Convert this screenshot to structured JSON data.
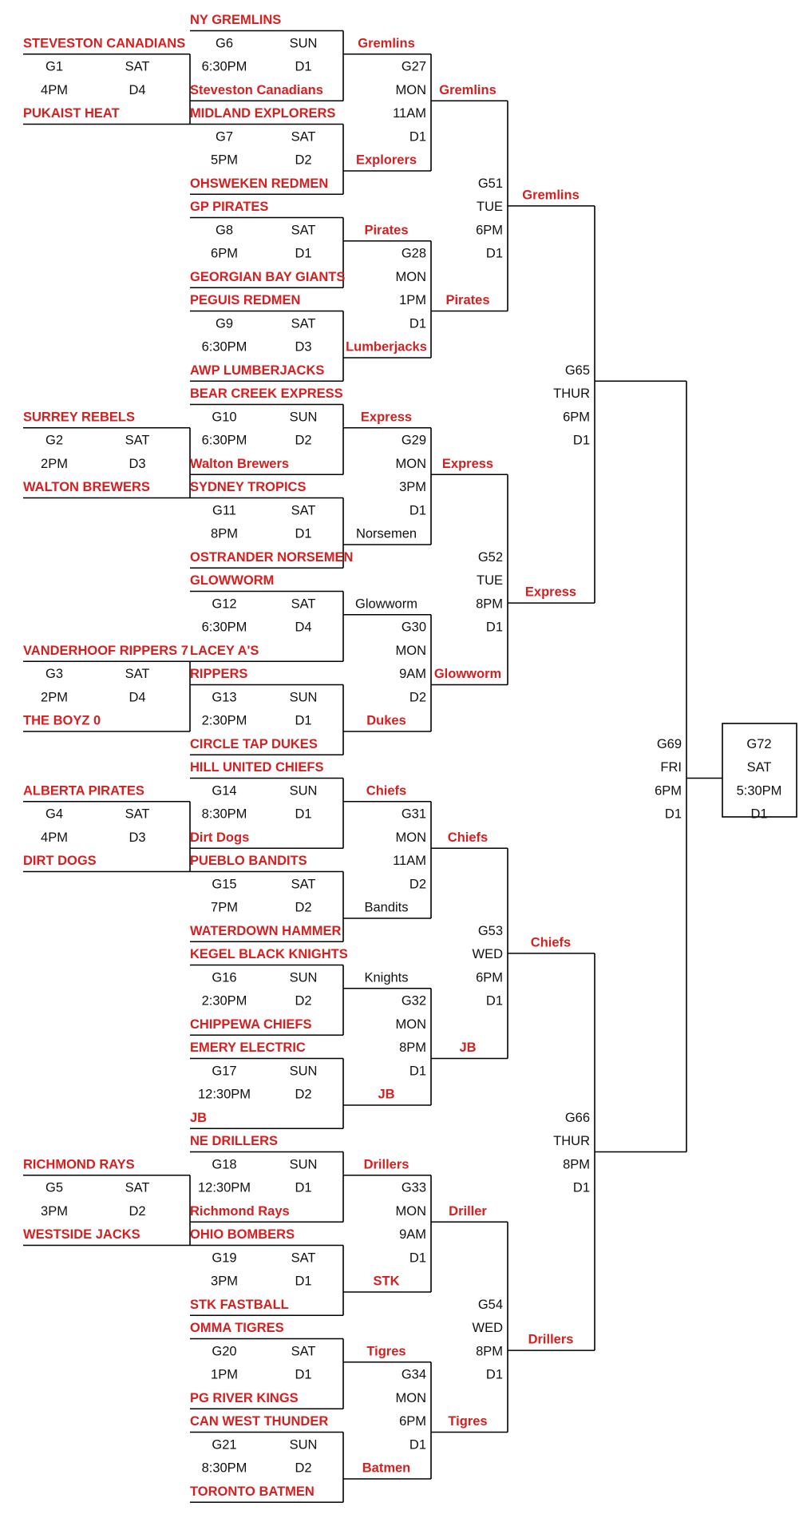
{
  "colors": {
    "team": "#d42020",
    "info": "#111111",
    "line": "#000000"
  },
  "play_in": [
    {
      "top_team": "STEVESTON CANADIANS",
      "game": "G1",
      "day": "SAT",
      "time": "4PM",
      "diamond": "D4",
      "bottom_team": "PUKAIST HEAT"
    },
    {
      "top_team": "SURREY REBELS",
      "game": "G2",
      "day": "SAT",
      "time": "2PM",
      "diamond": "D3",
      "bottom_team": "WALTON BREWERS"
    },
    {
      "top_team": "VANDERHOOF RIPPERS 7",
      "game": "G3",
      "day": "SAT",
      "time": "2PM",
      "diamond": "D4",
      "bottom_team": "THE BOYZ 0"
    },
    {
      "top_team": "ALBERTA PIRATES",
      "game": "G4",
      "day": "SAT",
      "time": "4PM",
      "diamond": "D3",
      "bottom_team": "DIRT DOGS"
    },
    {
      "top_team": "RICHMOND RAYS",
      "game": "G5",
      "day": "SAT",
      "time": "3PM",
      "diamond": "D2",
      "bottom_team": "WESTSIDE JACKS"
    }
  ],
  "round1": [
    {
      "top_team": "NY GREMLINS",
      "game": "G6",
      "day": "SUN",
      "time": "6:30PM",
      "diamond": "D1",
      "bottom_team": "Steveston Canadians",
      "winner": "Gremlins"
    },
    {
      "top_team": "MIDLAND EXPLORERS",
      "game": "G7",
      "day": "SAT",
      "time": "5PM",
      "diamond": "D2",
      "bottom_team": "OHSWEKEN REDMEN",
      "winner": "Explorers"
    },
    {
      "top_team": "GP PIRATES",
      "game": "G8",
      "day": "SAT",
      "time": "6PM",
      "diamond": "D1",
      "bottom_team": "GEORGIAN BAY GIANTS",
      "winner": "Pirates"
    },
    {
      "top_team": "PEGUIS REDMEN",
      "game": "G9",
      "day": "SAT",
      "time": "6:30PM",
      "diamond": "D3",
      "bottom_team": "AWP LUMBERJACKS",
      "winner": "Lumberjacks"
    },
    {
      "top_team": "BEAR CREEK EXPRESS",
      "game": "G10",
      "day": "SUN",
      "time": "6:30PM",
      "diamond": "D2",
      "bottom_team": "Walton Brewers",
      "winner": "Express"
    },
    {
      "top_team": "SYDNEY TROPICS",
      "game": "G11",
      "day": "SAT",
      "time": "8PM",
      "diamond": "D1",
      "bottom_team": "OSTRANDER NORSEMEN",
      "winner": "Norsemen",
      "winner_black": true
    },
    {
      "top_team": "GLOWWORM",
      "game": "G12",
      "day": "SAT",
      "time": "6:30PM",
      "diamond": "D4",
      "bottom_team": "LACEY A'S",
      "winner": "Glowworm",
      "winner_black": true
    },
    {
      "top_team": "RIPPERS",
      "game": "G13",
      "day": "SUN",
      "time": "2:30PM",
      "diamond": "D1",
      "bottom_team": "CIRCLE TAP DUKES",
      "winner": "Dukes"
    },
    {
      "top_team": "HILL UNITED CHIEFS",
      "game": "G14",
      "day": "SUN",
      "time": "8:30PM",
      "diamond": "D1",
      "bottom_team": "Dirt Dogs",
      "winner": "Chiefs"
    },
    {
      "top_team": "PUEBLO BANDITS",
      "game": "G15",
      "day": "SAT",
      "time": "7PM",
      "diamond": "D2",
      "bottom_team": "WATERDOWN HAMMER",
      "winner": "Bandits",
      "winner_black": true
    },
    {
      "top_team": "KEGEL BLACK KNIGHTS",
      "game": "G16",
      "day": "SUN",
      "time": "2:30PM",
      "diamond": "D2",
      "bottom_team": "CHIPPEWA CHIEFS",
      "winner": "Knights",
      "winner_black": true
    },
    {
      "top_team": "EMERY ELECTRIC",
      "game": "G17",
      "day": "SUN",
      "time": "12:30PM",
      "diamond": "D2",
      "bottom_team": "JB",
      "winner": "JB"
    },
    {
      "top_team": "NE DRILLERS",
      "game": "G18",
      "day": "SUN",
      "time": "12:30PM",
      "diamond": "D1",
      "bottom_team": "Richmond Rays",
      "winner": "Drillers"
    },
    {
      "top_team": "OHIO BOMBERS",
      "game": "G19",
      "day": "SAT",
      "time": "3PM",
      "diamond": "D1",
      "bottom_team": "STK FASTBALL",
      "winner": "STK"
    },
    {
      "top_team": "OMMA TIGRES",
      "game": "G20",
      "day": "SAT",
      "time": "1PM",
      "diamond": "D1",
      "bottom_team": "PG RIVER KINGS",
      "winner": "Tigres"
    },
    {
      "top_team": "CAN WEST THUNDER",
      "game": "G21",
      "day": "SUN",
      "time": "8:30PM",
      "diamond": "D2",
      "bottom_team": "TORONTO BATMEN",
      "winner": "Batmen"
    }
  ],
  "round2": [
    {
      "game": "G27",
      "day": "MON",
      "time": "11AM",
      "diamond": "D1",
      "winner": "Gremlins"
    },
    {
      "game": "G28",
      "day": "MON",
      "time": "1PM",
      "diamond": "D1",
      "winner": "Pirates"
    },
    {
      "game": "G29",
      "day": "MON",
      "time": "3PM",
      "diamond": "D1",
      "winner": "Express"
    },
    {
      "game": "G30",
      "day": "MON",
      "time": "9AM",
      "diamond": "D2",
      "winner": "Glowworm"
    },
    {
      "game": "G31",
      "day": "MON",
      "time": "11AM",
      "diamond": "D2",
      "winner": "Chiefs"
    },
    {
      "game": "G32",
      "day": "MON",
      "time": "8PM",
      "diamond": "D1",
      "winner": "JB"
    },
    {
      "game": "G33",
      "day": "MON",
      "time": "9AM",
      "diamond": "D1",
      "winner": "Driller"
    },
    {
      "game": "G34",
      "day": "MON",
      "time": "6PM",
      "diamond": "D1",
      "winner": "Tigres"
    }
  ],
  "round3": [
    {
      "game": "G51",
      "day": "TUE",
      "time": "6PM",
      "diamond": "D1",
      "winner": "Gremlins"
    },
    {
      "game": "G52",
      "day": "TUE",
      "time": "8PM",
      "diamond": "D1",
      "winner": "Express"
    },
    {
      "game": "G53",
      "day": "WED",
      "time": "6PM",
      "diamond": "D1",
      "winner": "Chiefs"
    },
    {
      "game": "G54",
      "day": "WED",
      "time": "8PM",
      "diamond": "D1",
      "winner": "Drillers"
    }
  ],
  "round4": [
    {
      "game": "G65",
      "day": "THUR",
      "time": "6PM",
      "diamond": "D1",
      "winner": "Gremlins"
    },
    {
      "game": "G66",
      "day": "THUR",
      "time": "8PM",
      "diamond": "D1",
      "winner": "Drillers"
    }
  ],
  "semi": {
    "game": "G69",
    "day": "FRI",
    "time": "6PM",
    "diamond": "D1"
  },
  "final": {
    "game": "G72",
    "day": "SAT",
    "time": "5:30PM",
    "diamond": "D1"
  }
}
